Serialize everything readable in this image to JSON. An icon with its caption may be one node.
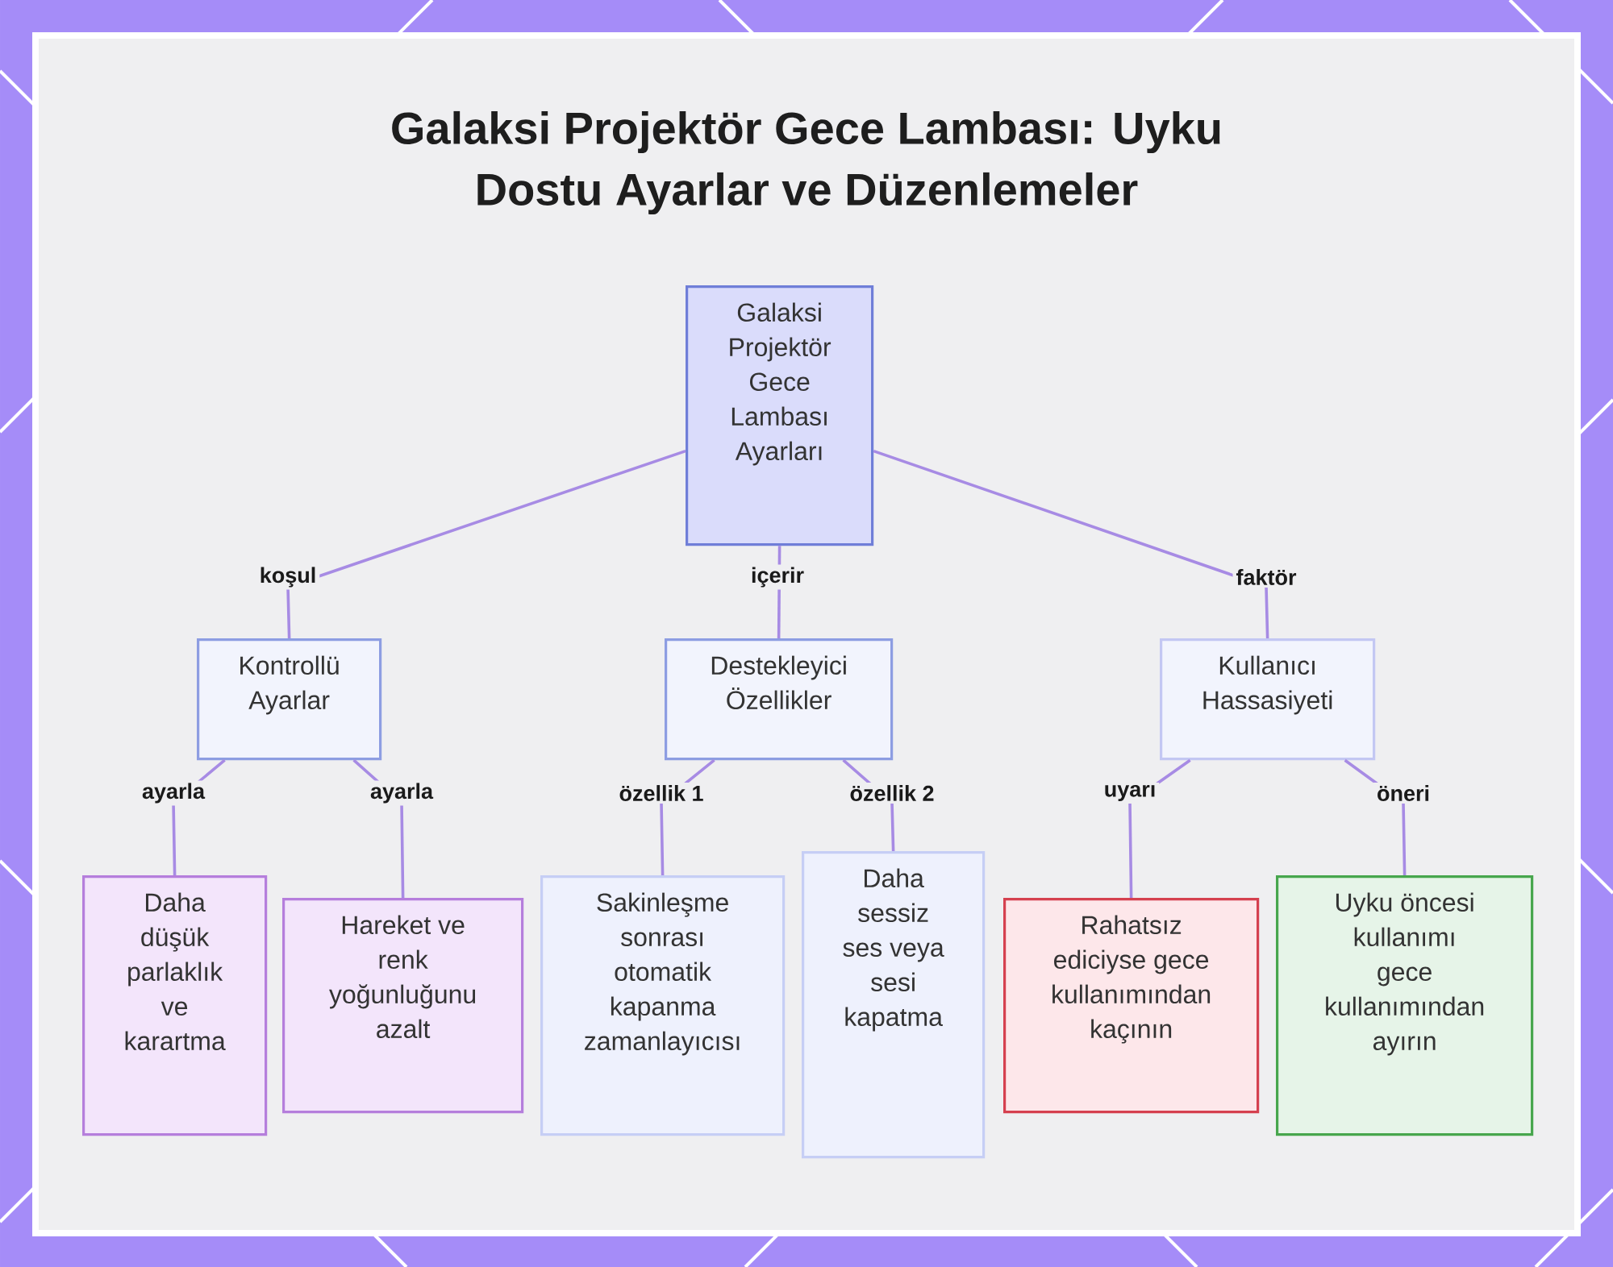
{
  "diagram": {
    "title": "Galaksi Projektör Gece Lambası: Uyku Dostu Ayarlar ve Düzenlemeler",
    "nodes": [
      {
        "text": [
          "Galaksi Projektör Gece Lambası Ayarları"
        ]
      },
      {
        "text": [
          "Kontrollü Ayarlar"
        ]
      },
      {
        "text": [
          "Destekleyici Özellikler"
        ]
      },
      {
        "text": [
          "Kullanıcı Hassasiyeti"
        ]
      },
      {
        "text": [
          "Daha düşük parlaklık ve karartma"
        ]
      },
      {
        "text": [
          "Hareket ve renk yoğunluğunu azalt"
        ]
      },
      {
        "text": [
          "Sakinleşme sonrası otomatik kapanma zamanlayıcısı"
        ]
      },
      {
        "text": [
          "Daha sessiz ses veya sesi kapatma"
        ]
      },
      {
        "text": [
          "Rahatsız ediciyse gece kullanımından kaçının"
        ]
      },
      {
        "text": [
          "Uyku öncesi kullanımı gece kullanımından ayırın"
        ]
      }
    ],
    "edges": [
      {
        "from": 0,
        "to": 1,
        "arrow": "none",
        "label": "koşul"
      },
      {
        "from": 0,
        "to": 2,
        "arrow": "none",
        "label": "içerir"
      },
      {
        "from": 0,
        "to": 3,
        "arrow": "none",
        "label": "faktör"
      },
      {
        "from": 1,
        "to": 4,
        "arrow": "none",
        "label": "ayarla"
      },
      {
        "from": 1,
        "to": 5,
        "arrow": "none",
        "label": "ayarla"
      },
      {
        "from": 2,
        "to": 6,
        "arrow": "none",
        "label": "özellik 1"
      },
      {
        "from": 2,
        "to": 7,
        "arrow": "none",
        "label": "özellik 2"
      },
      {
        "from": 3,
        "to": 8,
        "arrow": "none",
        "label": "uyarı"
      },
      {
        "from": 3,
        "to": 9,
        "arrow": "none",
        "label": "öneri"
      }
    ]
  }
}
